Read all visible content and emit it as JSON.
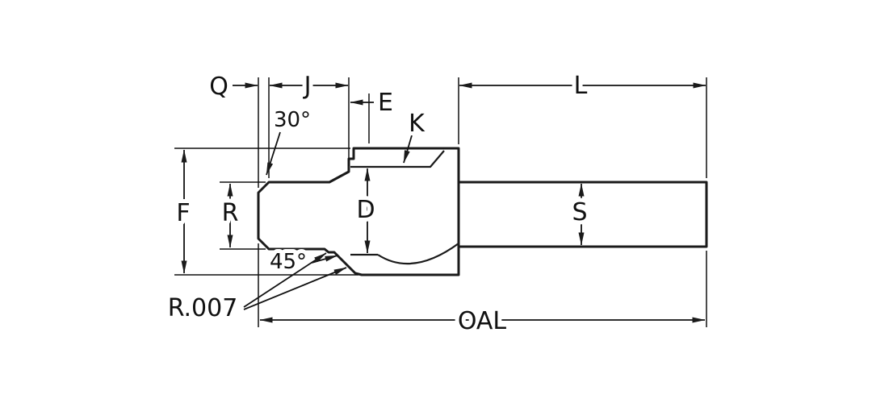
{
  "diagram": {
    "colors": {
      "line": "#1a1a1a",
      "text": "#111111",
      "background": "#ffffff"
    },
    "labels": {
      "q": "Q",
      "j": "J",
      "e": "E",
      "k": "K",
      "l": "L",
      "f": "F",
      "r": "R",
      "d": "D",
      "s": "S",
      "oal": "OAL",
      "angle_nose_chamfer": "30°",
      "angle_face_chamfer": "45°",
      "fillet_radius": "R.007"
    }
  }
}
